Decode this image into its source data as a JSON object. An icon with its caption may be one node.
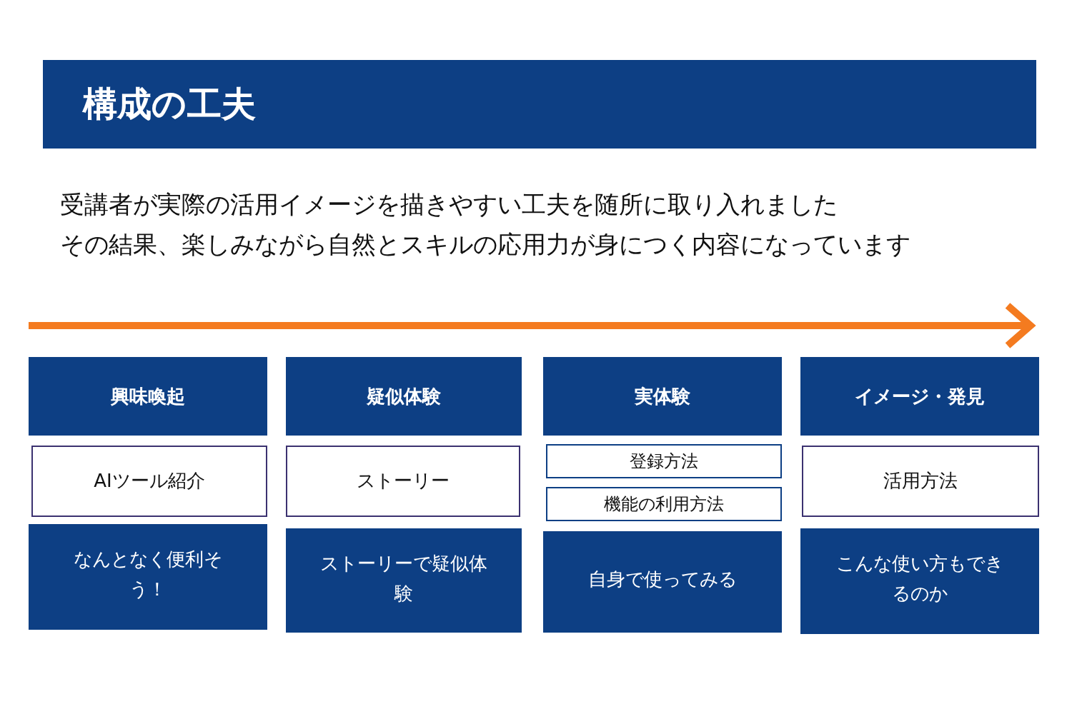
{
  "diagram": {
    "title": "構成の工夫",
    "nodes": [
      {
        "text": [
          "興味喚起"
        ]
      },
      {
        "text": [
          "AIツール紹介"
        ]
      },
      {
        "text": [
          "なんとなく便利そう！"
        ]
      },
      {
        "text": [
          "疑似体験"
        ]
      },
      {
        "text": [
          "ストーリー"
        ]
      },
      {
        "text": [
          "ストーリーで疑似体験"
        ]
      },
      {
        "text": [
          "実体験"
        ]
      },
      {
        "text": [
          "登録方法"
        ]
      },
      {
        "text": [
          "機能の利用方法"
        ]
      },
      {
        "text": [
          "自身で使ってみる"
        ]
      },
      {
        "text": [
          "イメージ・発見"
        ]
      },
      {
        "text": [
          "活用方法"
        ]
      },
      {
        "text": [
          "こんな使い方もできるのか"
        ]
      }
    ],
    "labels": [
      "受講者が実際の活用イメージを描きやすい工夫を随所に取り入れました",
      "その結果、楽しみながら自然とスキルの応用力が身につく内容になっています"
    ]
  }
}
